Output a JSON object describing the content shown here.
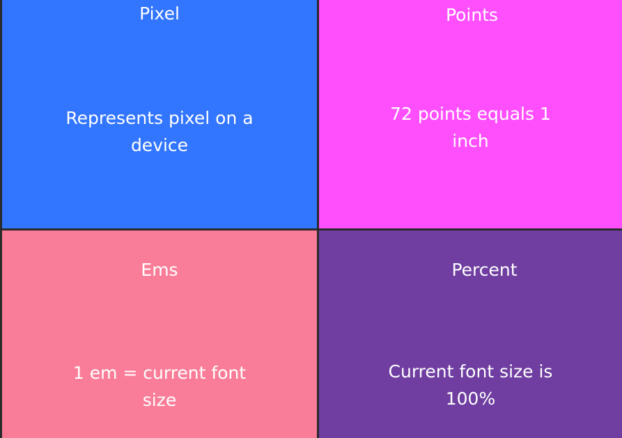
{
  "tiles": [
    {
      "title": "Pixel",
      "body": "Represents pixel on a device",
      "color": "#3275fe"
    },
    {
      "title": "Points",
      "body": "72 points equals 1 inch",
      "color": "#ff4ffd"
    },
    {
      "title": "Ems",
      "body": "1 em = current font size",
      "color": "#f97d98"
    },
    {
      "title": "Percent",
      "body": "Current font size is 100%",
      "color": "#6f3ea0"
    }
  ]
}
